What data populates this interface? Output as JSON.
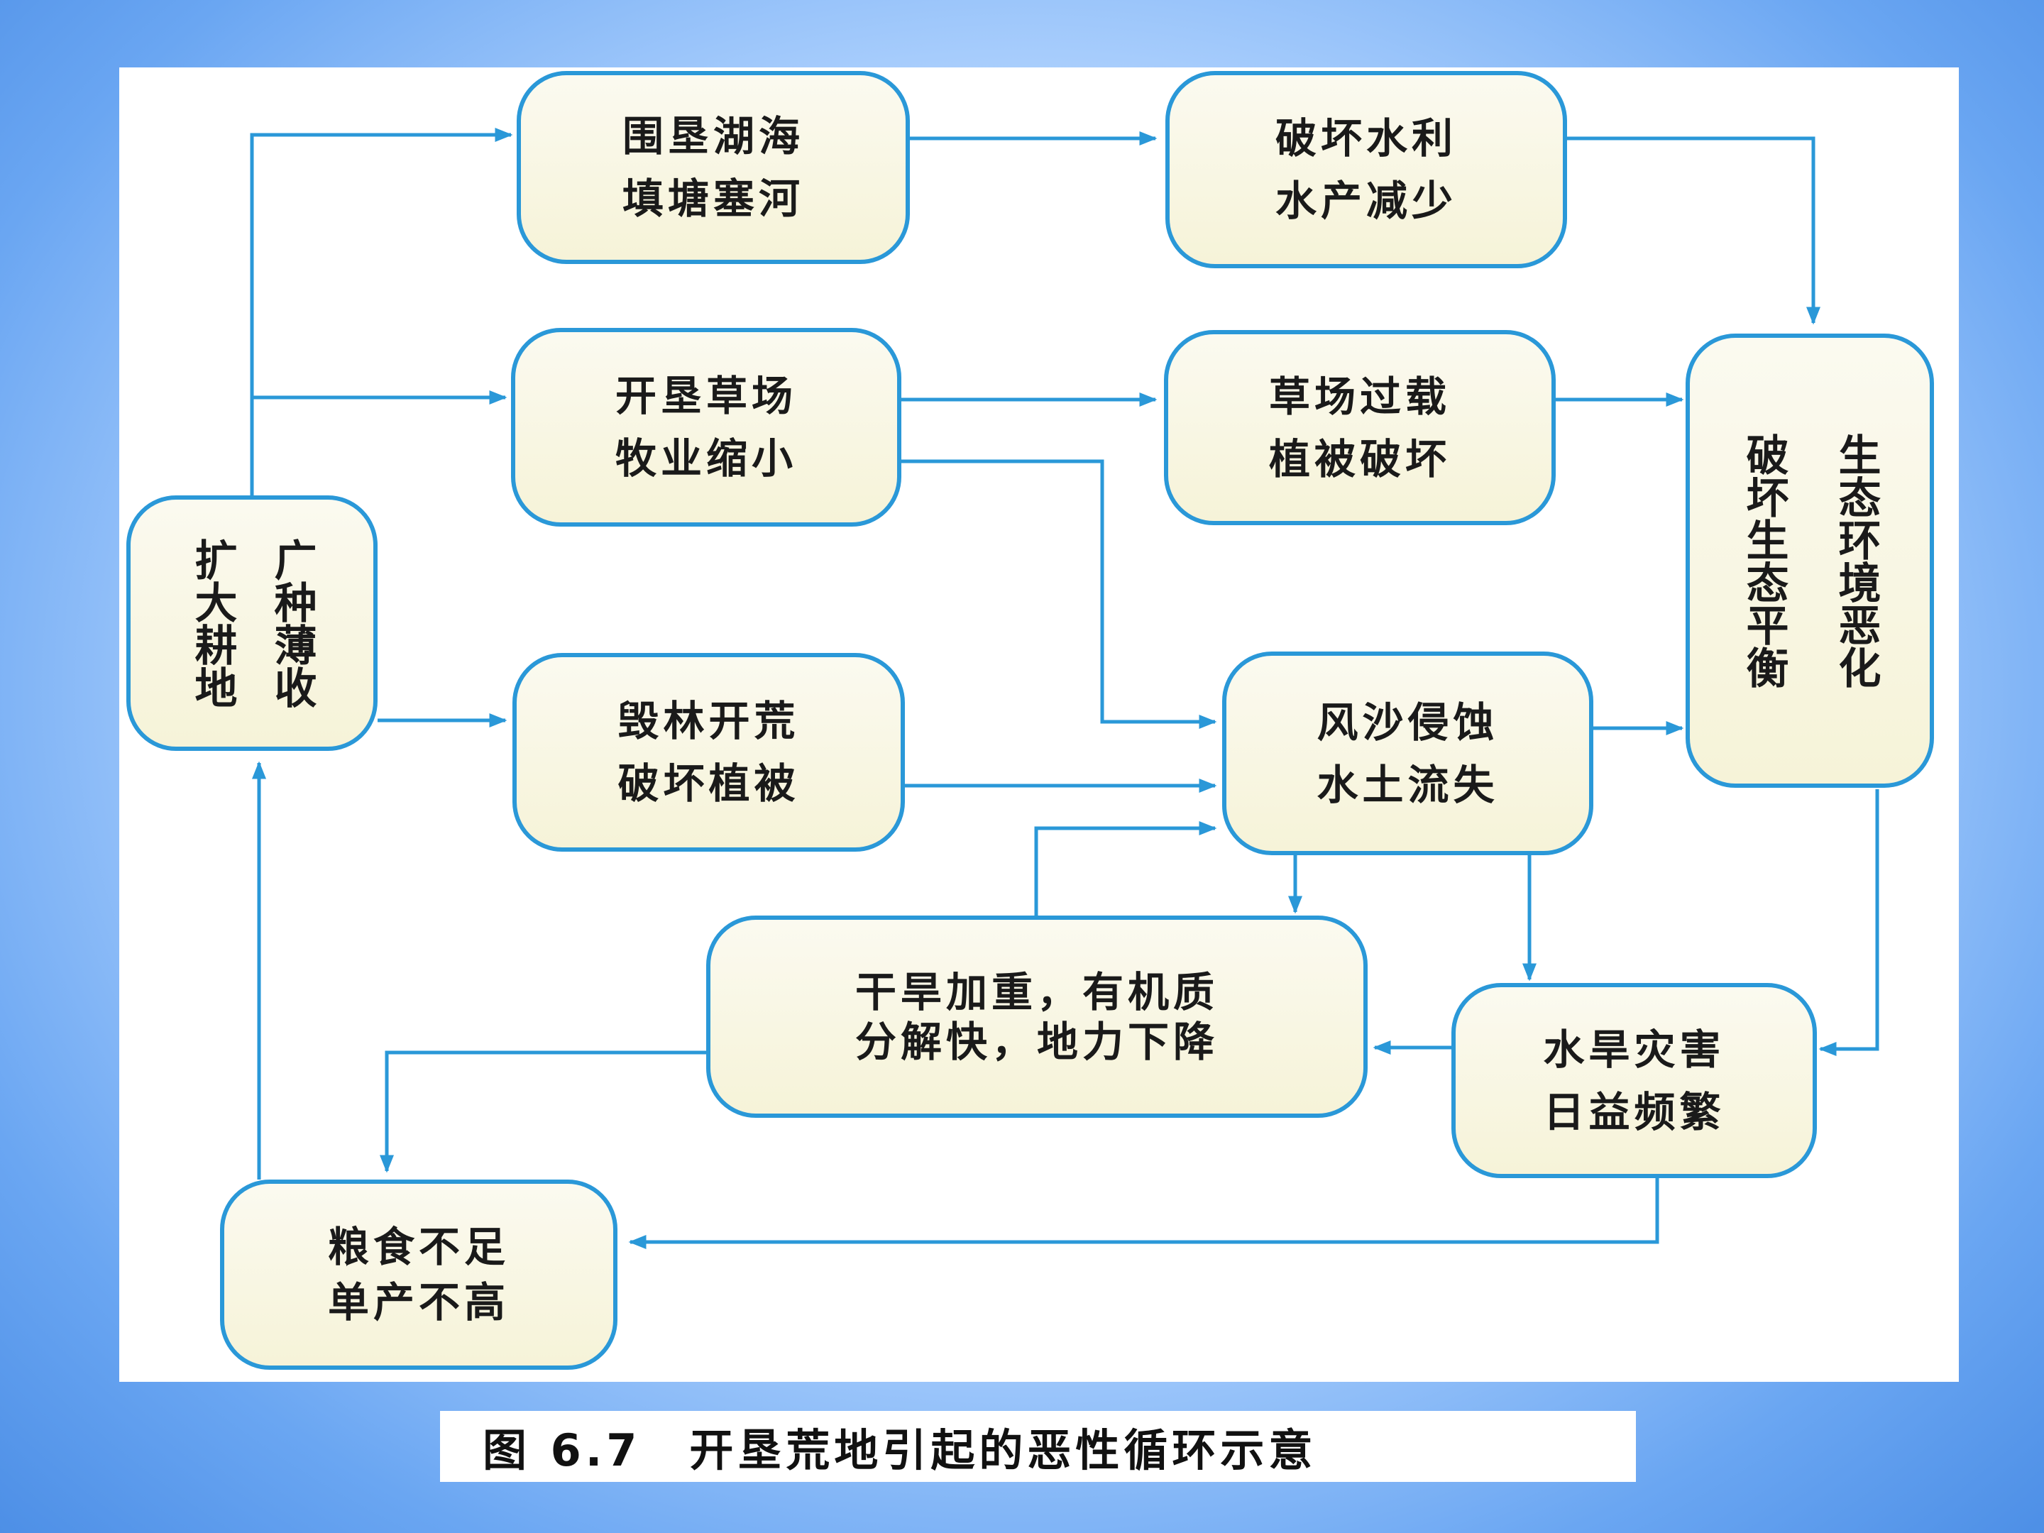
{
  "caption": "图 6.7　开垦荒地引起的恶性循环示意",
  "colors": {
    "arrow": "#2a98d8",
    "box_border": "#2a98d8",
    "box_fill": "#f8f6e2",
    "background": "#6aa6f2"
  },
  "nodes": {
    "expand": {
      "lines": [
        "扩大耕地",
        "广种薄收"
      ]
    },
    "reclaim_lake": {
      "lines": [
        "围垦湖海",
        "填塘塞河"
      ]
    },
    "water_damage": {
      "lines": [
        "破坏水利",
        "水产减少"
      ]
    },
    "grassland": {
      "lines": [
        "开垦草场",
        "牧业缩小"
      ]
    },
    "overgrazing": {
      "lines": [
        "草场过载",
        "植被破坏"
      ]
    },
    "ecology": {
      "lines": [
        "破坏生态平衡",
        "生态环境恶化"
      ]
    },
    "deforest": {
      "lines": [
        "毁林开荒",
        "破坏植被"
      ]
    },
    "erosion": {
      "lines": [
        "风沙侵蚀",
        "水土流失"
      ]
    },
    "drought": {
      "lines": [
        "干旱加重，有机质",
        "分解快，地力下降"
      ]
    },
    "disaster": {
      "lines": [
        "水旱灾害",
        "日益频繁"
      ]
    },
    "food": {
      "lines": [
        "粮食不足",
        "单产不高"
      ]
    }
  }
}
